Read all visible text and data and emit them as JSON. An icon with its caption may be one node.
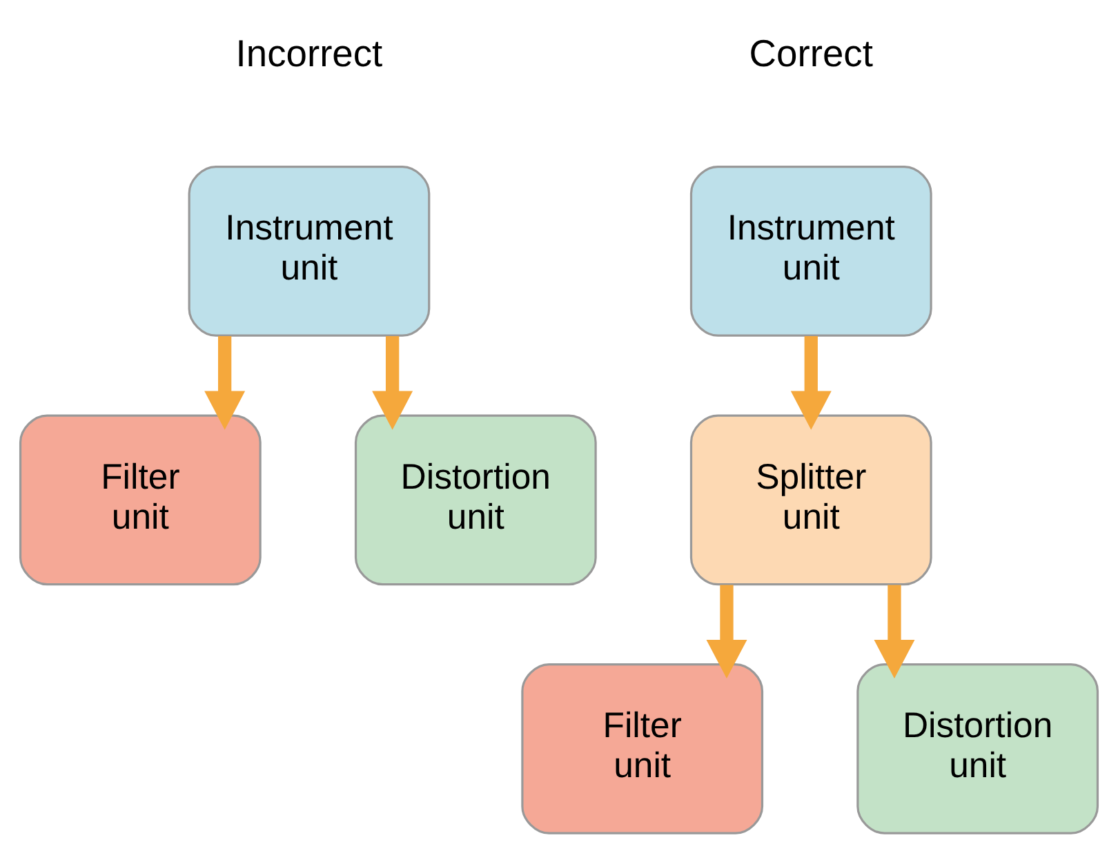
{
  "diagram": {
    "nodes": [
      {
        "text": [
          "Instrument unit"
        ]
      },
      {
        "text": [
          "Filter unit"
        ]
      },
      {
        "text": [
          "Distortion unit"
        ]
      },
      {
        "text": [
          "Instrument unit"
        ]
      },
      {
        "text": [
          "Splitter unit"
        ]
      },
      {
        "text": [
          "Filter unit"
        ]
      },
      {
        "text": [
          "Distortion unit"
        ]
      }
    ],
    "edges": [
      {
        "from": 0,
        "to": 1,
        "arrow": "to"
      },
      {
        "from": 0,
        "to": 2,
        "arrow": "to"
      },
      {
        "from": 3,
        "to": 4,
        "arrow": "to"
      },
      {
        "from": 4,
        "to": 5,
        "arrow": "to"
      },
      {
        "from": 4,
        "to": 6,
        "arrow": "to"
      }
    ],
    "labels": [
      "Incorrect",
      "Correct"
    ]
  }
}
